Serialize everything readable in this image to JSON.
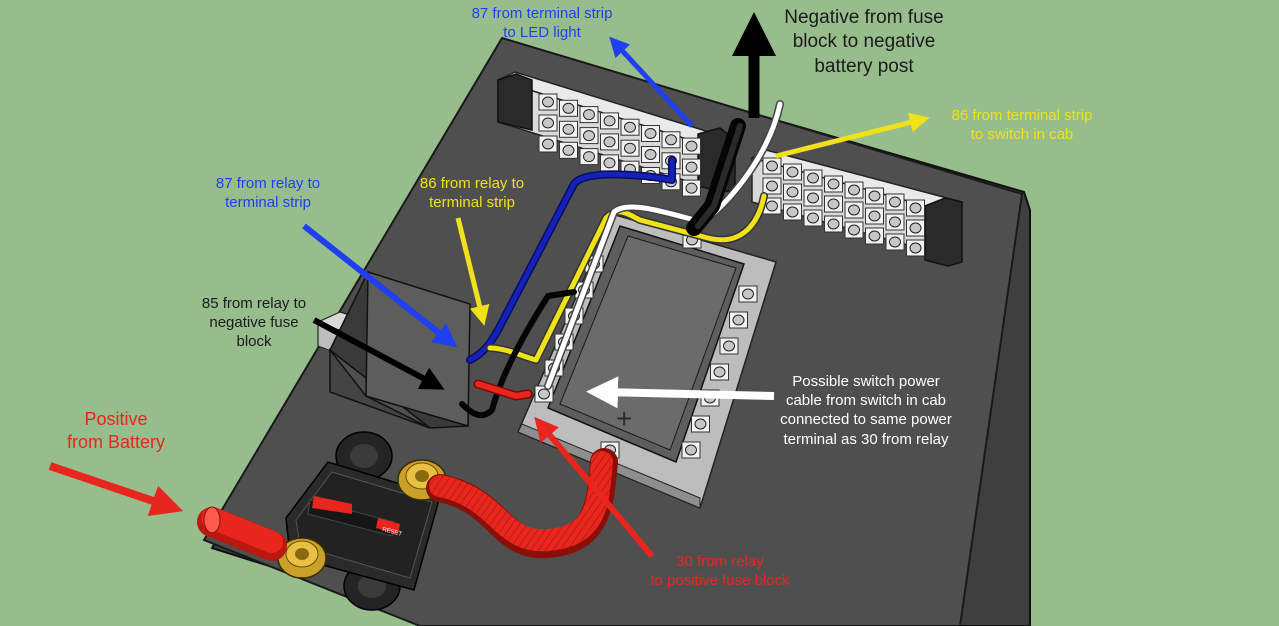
{
  "colors": {
    "background": "#97bd8c",
    "board": "#4f4f4f",
    "blue": "#1f3ff0",
    "yellow": "#f0e21a",
    "black": "#000000",
    "white": "#ffffff",
    "red": "#e8261e",
    "dark_label": "#1b1b1b",
    "white_label": "#ffffff"
  },
  "labels": {
    "led": [
      "87 from terminal strip",
      "to LED light"
    ],
    "negative": [
      "Negative from fuse",
      "block to negative",
      "battery post"
    ],
    "switch_cab": [
      "86 from terminal strip",
      "to switch in cab"
    ],
    "relay87": [
      "87 from relay to",
      "terminal strip"
    ],
    "relay86": [
      "86 from relay to",
      "terminal strip"
    ],
    "relay85": [
      "85 from relay to",
      "negative fuse",
      "block"
    ],
    "positive": [
      "Positive",
      "from Battery"
    ],
    "possible": [
      "Possible switch power",
      "cable from switch in cab",
      "connected to same power",
      "terminal as 30 from relay"
    ],
    "relay30": [
      "30 from relay",
      "to positive fuse block"
    ]
  },
  "breaker": {
    "reset_text": "RESET"
  },
  "fuse_block": {
    "plus_symbol": "+"
  }
}
